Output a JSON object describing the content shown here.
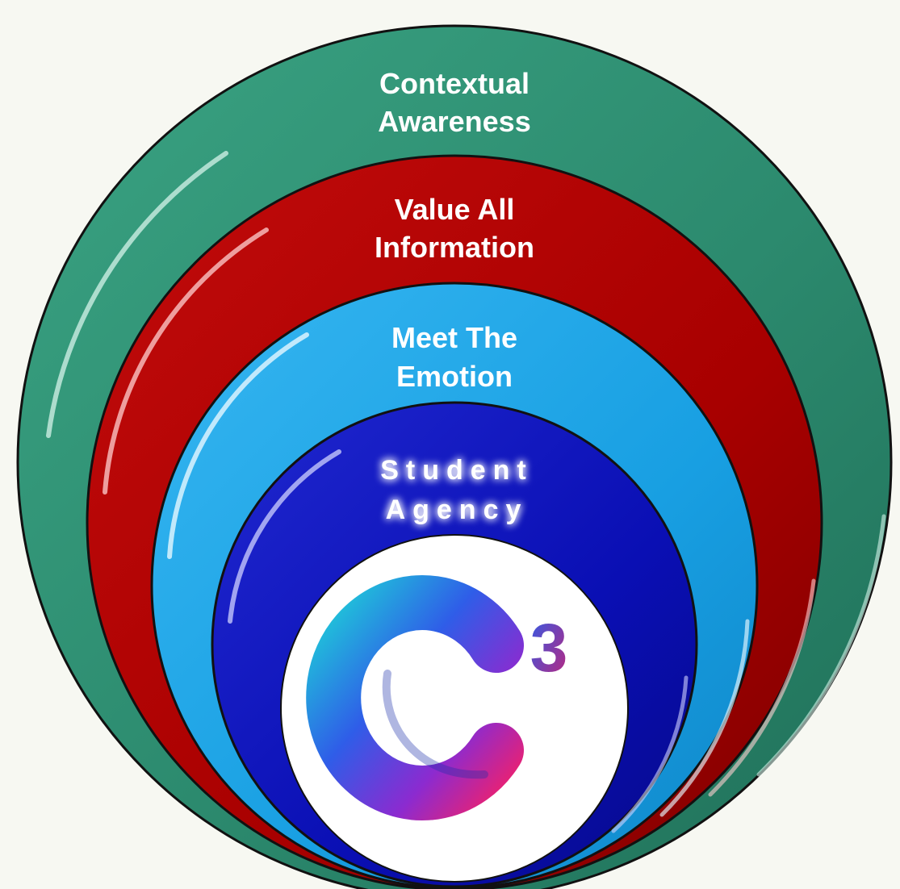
{
  "diagram": {
    "layers": [
      {
        "key": "outer",
        "line1": "Contextual",
        "line2": "Awareness",
        "color": "#2e8c71"
      },
      {
        "key": "second",
        "line1": "Value All",
        "line2": "Information",
        "color": "#ad0000"
      },
      {
        "key": "third",
        "line1": "Meet The",
        "line2": "Emotion",
        "color": "#1aa3e6"
      },
      {
        "key": "inner",
        "line1": "Student",
        "line2": "Agency",
        "color": "#0a0fb4"
      }
    ],
    "logo": {
      "letter": "C",
      "superscript": "3",
      "colors": [
        "#1fc6d9",
        "#2f5de8",
        "#8b2bd0",
        "#e2227a"
      ]
    }
  }
}
